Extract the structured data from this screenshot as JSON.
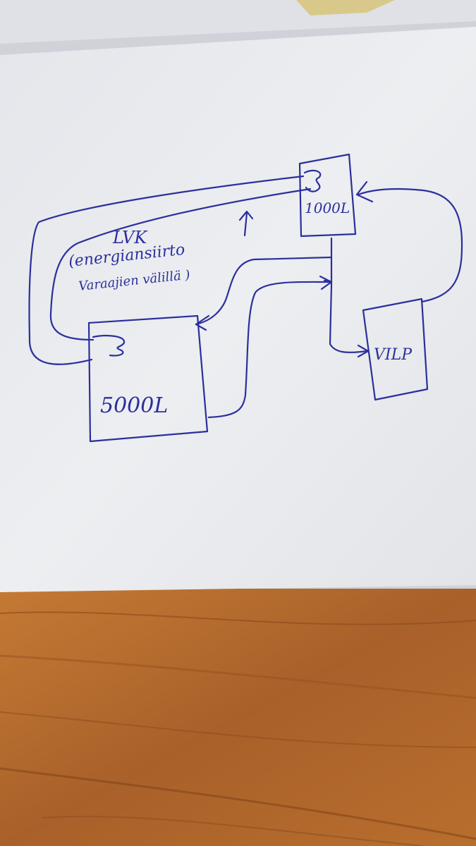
{
  "diagram": {
    "annotation": {
      "line1": "LVK",
      "line2": "(energiansiirto",
      "line3": "Varaajien välillä )"
    },
    "tanks": {
      "small": {
        "label": "1000L"
      },
      "large": {
        "label": "5000L"
      }
    },
    "heat_pump": {
      "label": "VILP"
    }
  },
  "colors": {
    "ink": "#2c2f9c",
    "paper": "#e9ebef",
    "wood": "#b56a2a"
  }
}
